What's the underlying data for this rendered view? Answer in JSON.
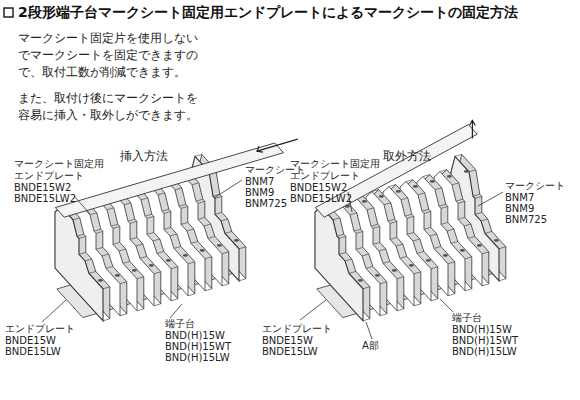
{
  "diagram": {
    "title": "2段形端子台マークシート固定用エンドプレートによるマークシートの固定方法",
    "labels": [
      "マークシート固定片を使用しないでマークシートを固定できますので、取付工数が削減できます。",
      "また、取付け後にマークシートを容易に挿入・取外しができます。",
      "挿入方法",
      "マークシート固定用 エンドプレート",
      "BNDE15W2",
      "BNDE15LW2",
      "マークシート",
      "BNM7",
      "BNM9",
      "BNM725",
      "エンドプレート",
      "BNDE15W",
      "BNDE15LW",
      "端子台",
      "BND(H)15W",
      "BND(H)15WT",
      "BND(H)15LW",
      "取外方法",
      "マークシート固定用 エンドプレート",
      "BNDE15W2",
      "BNDE15LW2",
      "マークシート",
      "BNM7",
      "BNM9",
      "BNM725",
      "エンドプレート",
      "BNDE15W",
      "BNDE15LW",
      "A部",
      "端子台",
      "BND(H)15W",
      "BND(H)15WT",
      "BND(H)15LW"
    ]
  }
}
